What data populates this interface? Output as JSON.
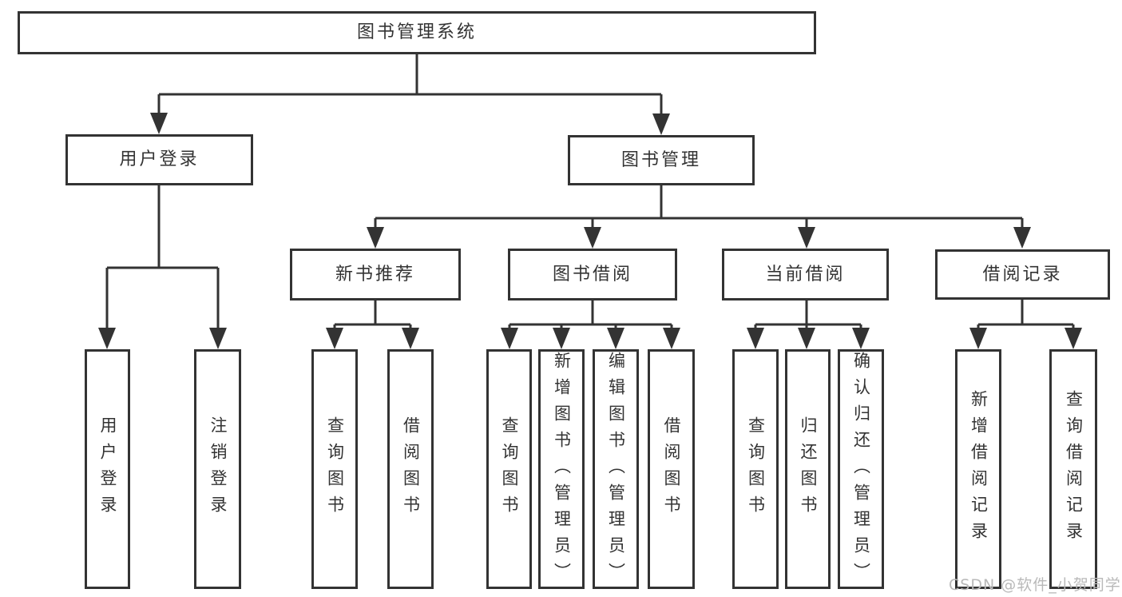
{
  "page": {
    "background_color": "#ffffff",
    "line_color": "#333333",
    "watermark_color": "#b9b9b9"
  },
  "tree": {
    "label": "图书管理系统",
    "children": [
      {
        "label": "用户登录",
        "children": [
          {
            "label": "用户登录"
          },
          {
            "label": "注销登录"
          }
        ]
      },
      {
        "label": "图书管理",
        "children": [
          {
            "label": "新书推荐",
            "children": [
              {
                "label": "查询图书"
              },
              {
                "label": "借阅图书"
              }
            ]
          },
          {
            "label": "图书借阅",
            "children": [
              {
                "label": "查询图书"
              },
              {
                "label": "新增图书（管理员）"
              },
              {
                "label": "编辑图书（管理员）"
              },
              {
                "label": "借阅图书"
              }
            ]
          },
          {
            "label": "当前借阅",
            "children": [
              {
                "label": "查询图书"
              },
              {
                "label": "归还图书"
              },
              {
                "label": "确认归还（管理员）"
              }
            ]
          },
          {
            "label": "借阅记录",
            "children": [
              {
                "label": "新增借阅记录"
              },
              {
                "label": "查询借阅记录"
              }
            ]
          }
        ]
      }
    ]
  },
  "watermark": {
    "text": "CSDN @软件_小贺同学"
  }
}
